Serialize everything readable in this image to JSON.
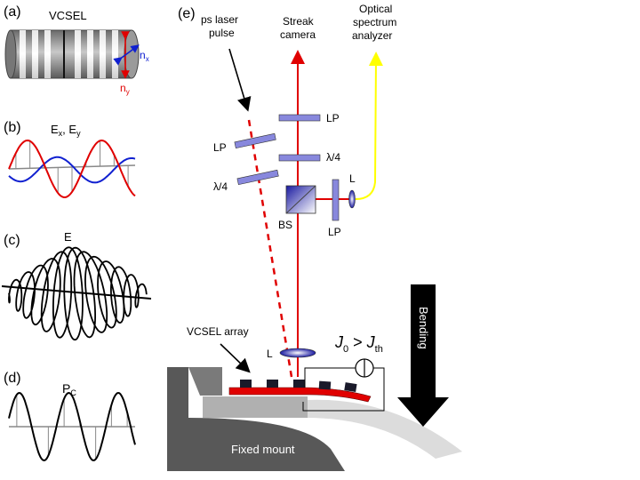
{
  "panels": {
    "a": {
      "label": "(a)",
      "title": "VCSEL",
      "nx": "n",
      "nx_sub": "x",
      "ny": "n",
      "ny_sub": "y"
    },
    "b": {
      "label": "(b)",
      "title_ex": "E",
      "title_ex_sub": "x",
      "title_sep": ", ",
      "title_ey": "E",
      "title_ey_sub": "y"
    },
    "c": {
      "label": "(c)",
      "title": "E"
    },
    "d": {
      "label": "(d)",
      "title": "P",
      "title_sub": "C"
    },
    "e": {
      "label": "(e)",
      "laser_label_1": "ps laser",
      "laser_label_2": "pulse",
      "streak_1": "Streak",
      "streak_2": "camera",
      "osa_1": "Optical",
      "osa_2": "spectrum",
      "osa_3": "analyzer",
      "lp": "LP",
      "lambda4": "λ/4",
      "bs": "BS",
      "lens": "L",
      "vcsel_array": "VCSEL array",
      "j0": "J",
      "j0_sub": "0",
      "gt": " > ",
      "jth": "J",
      "jth_sub": "th",
      "bending": "Bending",
      "fixed_mount": "Fixed mount"
    }
  },
  "colors": {
    "red": "#e00000",
    "blue": "#1020d0",
    "yellow": "#ffff00",
    "optic": "#8888dd",
    "mount": "#555555",
    "plate": "#aaaaaa",
    "curve": "#dddddd"
  }
}
